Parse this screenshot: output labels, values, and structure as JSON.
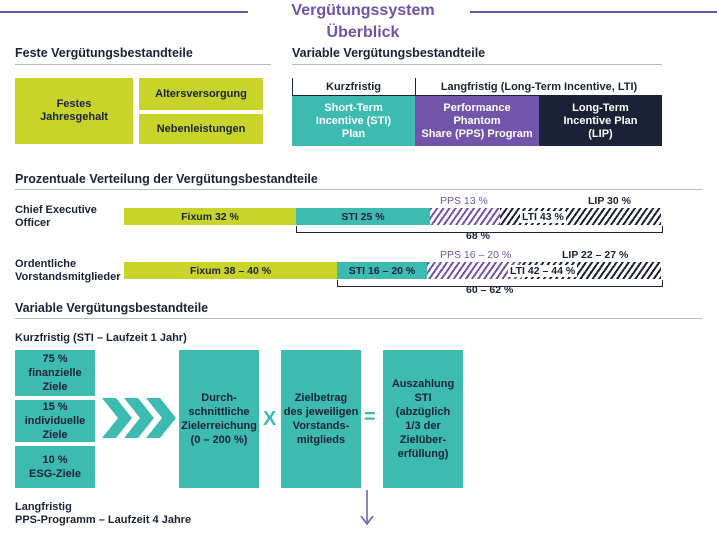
{
  "title": "Vergütungssystem Überblick",
  "fixed": {
    "heading": "Feste Vergütungsbestandteile",
    "base_salary": "Festes\nJahresgehalt",
    "pension": "Altersversorgung",
    "benefits": "Nebenleistungen"
  },
  "variable": {
    "heading": "Variable Vergütungsbestandteile",
    "short_term_header": "Kurzfristig",
    "long_term_header": "Langfristig (Long-Term Incentive, LTI)",
    "sti": "Short-Term\nIncentive (STI)\nPlan",
    "pps": "Performance\nPhantom\nShare (PPS) Program",
    "lip": "Long-Term\nIncentive Plan\n(LIP)"
  },
  "distribution": {
    "heading": "Prozentuale Verteilung der Vergütungsbestandteile",
    "ceo": {
      "label": "Chief Executive\nOfficer",
      "fixum": "Fixum 32 %",
      "sti": "STI 25 %",
      "pps": "PPS 13 %",
      "lip": "LIP 30 %",
      "lti": "LTI 43 %",
      "variable_total": "68 %"
    },
    "board": {
      "label": "Ordentliche\nVorstandsmitglieder",
      "fixum": "Fixum 38 – 40 %",
      "sti": "STI 16 – 20 %",
      "pps": "PPS 16 – 20 %",
      "lip": "LIP 22 – 27 %",
      "lti": "LTI 42 – 44 %",
      "variable_total": "60 – 62 %"
    }
  },
  "variable_detail": {
    "heading": "Variable Vergütungsbestandteile",
    "sti_subheading": "Kurzfristig (STI – Laufzeit 1 Jahr)",
    "goals": [
      "75 %\nfinanzielle\nZiele",
      "15 %\nindividuelle\nZiele",
      "10 %\nESG-Ziele"
    ],
    "achievement": "Durch-\nschnittliche\nZielerreichung\n(0 – 200 %)",
    "multiply": "X",
    "target_amount": "Zielbetrag\ndes jeweiligen\nVorstands-\nmitglieds",
    "equals": "=",
    "payout": "Auszahlung\nSTI\n(abzüglich\n1/3 der\nZielüber-\nerfüllung)",
    "lti_subheading": "Langfristig\nPPS-Programm – Laufzeit 4 Jahre"
  },
  "colors": {
    "lime": "#c8d42a",
    "teal": "#3dbbb0",
    "purple": "#7254aa",
    "navy": "#1b2236"
  }
}
